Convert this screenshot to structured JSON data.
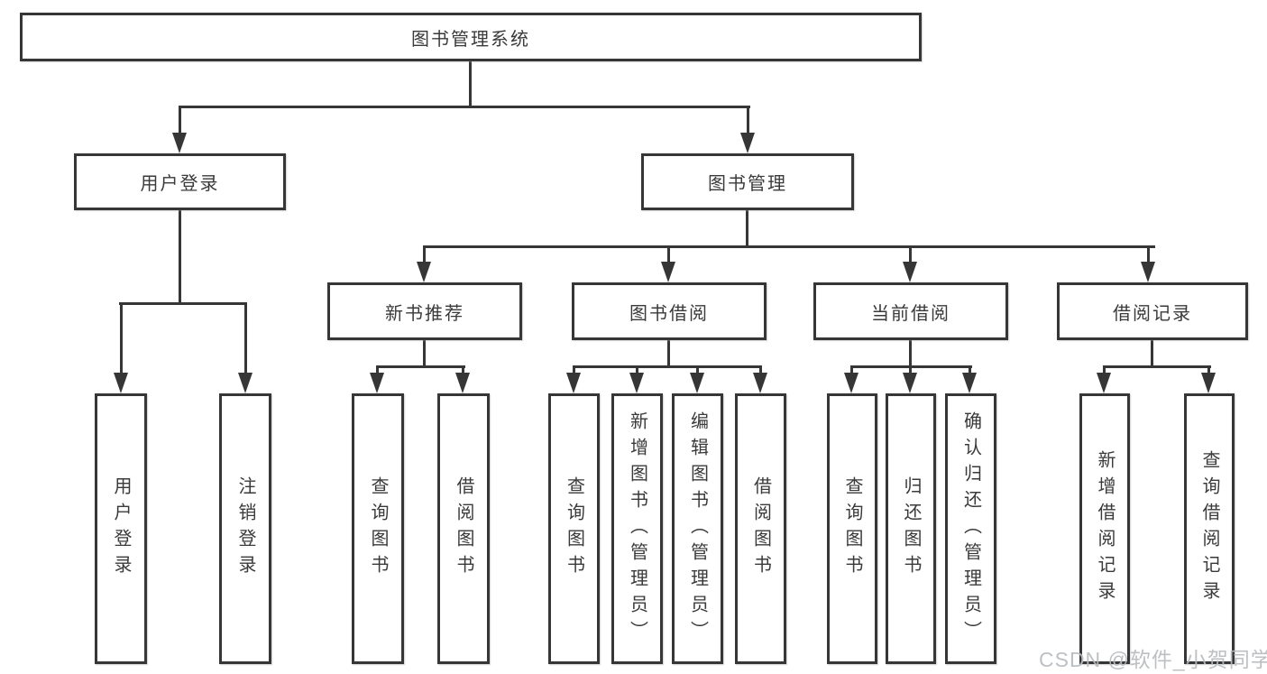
{
  "title": "图书管理系统",
  "tree": {
    "root": {
      "label": "图书管理系统"
    },
    "level2": [
      {
        "label": "用户登录"
      },
      {
        "label": "图书管理"
      }
    ],
    "level3": [
      {
        "label": "新书推荐"
      },
      {
        "label": "图书借阅"
      },
      {
        "label": "当前借阅"
      },
      {
        "label": "借阅记录"
      }
    ],
    "leaves": {
      "user_login": [
        {
          "label": "用户登录"
        },
        {
          "label": "注销登录"
        }
      ],
      "new_book": [
        {
          "label": "查询图书"
        },
        {
          "label": "借阅图书"
        }
      ],
      "book_borrow": [
        {
          "label": "查询图书"
        },
        {
          "label": "新增图书（管理员）"
        },
        {
          "label": "编辑图书（管理员）"
        },
        {
          "label": "借阅图书"
        }
      ],
      "current_borrow": [
        {
          "label": "查询图书"
        },
        {
          "label": "归还图书"
        },
        {
          "label": "确认归还（管理员）"
        }
      ],
      "borrow_record": [
        {
          "label": "新增借阅记录"
        },
        {
          "label": "查询借阅记录"
        }
      ]
    }
  },
  "watermark": "CSDN @软件_小贺同学",
  "colors": {
    "line": "#363636",
    "text": "#3a3a3a",
    "background": "#ffffff",
    "watermark": "#b7bbbe"
  }
}
